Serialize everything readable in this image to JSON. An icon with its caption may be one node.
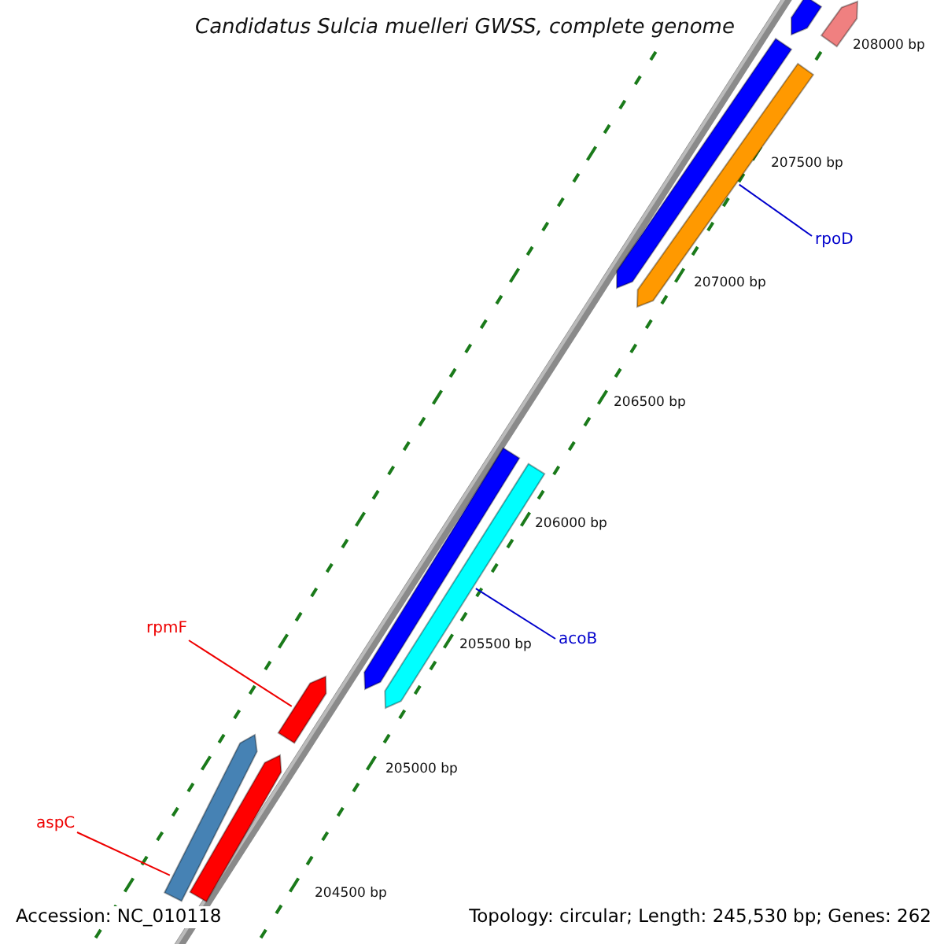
{
  "diagram": {
    "title": "Candidatus Sulcia muelleri GWSS, complete genome",
    "nodes": [
      {
        "text": [],
        "shape": "arrow"
      },
      {
        "text": [],
        "shape": "arrow"
      },
      {
        "text": [],
        "shape": "arrow"
      },
      {
        "text": [],
        "shape": "arrow"
      },
      {
        "text": [
          "rpoD"
        ]
      },
      {
        "text": [],
        "shape": "arrow"
      },
      {
        "text": [],
        "shape": "arrow"
      },
      {
        "text": [
          "acoB"
        ]
      },
      {
        "text": [
          "rpmF"
        ]
      },
      {
        "text": [],
        "shape": "arrow"
      },
      {
        "text": [
          "aspC"
        ]
      },
      {
        "text": [],
        "shape": "arrow"
      },
      {
        "text": [],
        "shape": "arrow"
      }
    ],
    "edges": [
      {
        "from": 4,
        "to": 3,
        "arrow": "none"
      },
      {
        "from": 7,
        "to": 6,
        "arrow": "none"
      },
      {
        "from": 8,
        "to": 9,
        "arrow": "none",
        "color": "#ee0000"
      },
      {
        "from": 10,
        "to": 11,
        "arrow": "none",
        "color": "#ee0000"
      }
    ],
    "labels": [
      "208000 bp",
      "207500 bp",
      "207000 bp",
      "206500 bp",
      "206000 bp",
      "205500 bp",
      "205000 bp",
      "204500 bp",
      "Accession: NC_010118",
      "Topology: circular; Length: 245,530 bp; Genes: 262"
    ]
  }
}
